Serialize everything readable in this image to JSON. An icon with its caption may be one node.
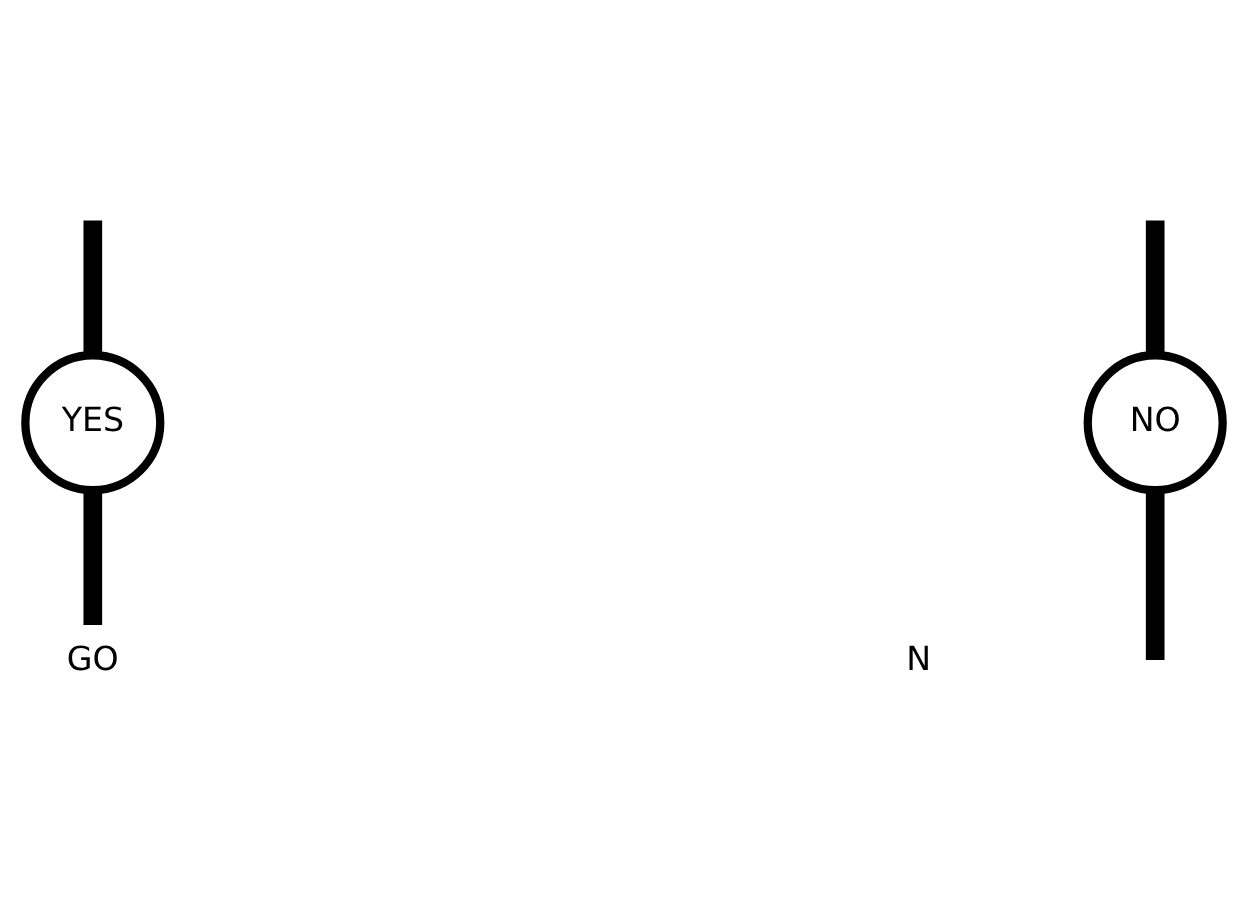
{
  "diagram": {
    "nodes": [
      {
        "text": [
          "YES"
        ]
      },
      {
        "text": [
          "NO"
        ]
      },
      {
        "text": [
          "GO"
        ]
      }
    ],
    "edges": [
      {
        "from": null,
        "to": 0,
        "arrow": "none"
      },
      {
        "from": null,
        "to": 1,
        "arrow": "none"
      },
      {
        "from": 0,
        "to": 2,
        "arrow": "none"
      },
      {
        "from": 1,
        "to": null,
        "arrow": "none"
      }
    ],
    "labels": [
      "N"
    ]
  }
}
